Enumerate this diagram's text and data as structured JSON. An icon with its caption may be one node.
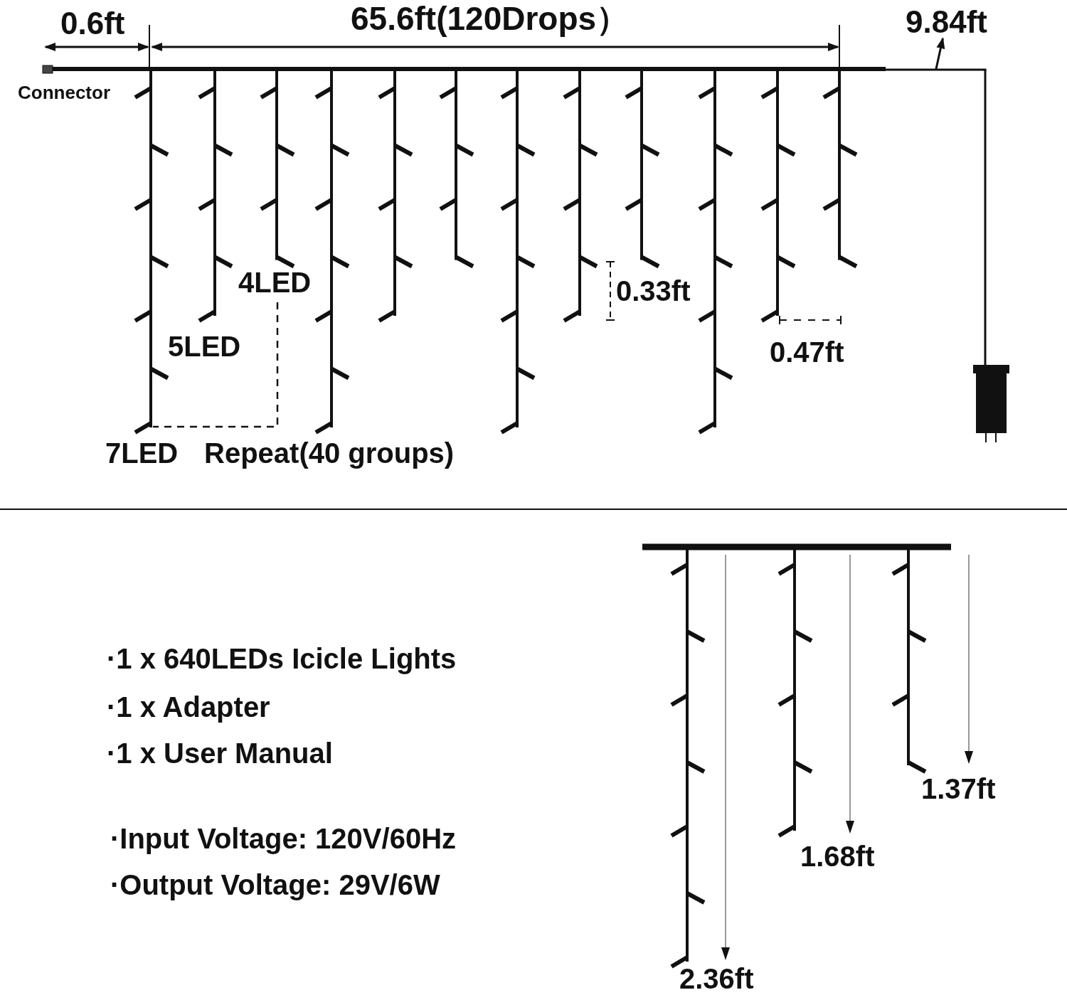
{
  "diagram": {
    "nodes": [
      {
        "text": [
          "9.84ft"
        ]
      },
      {
        "text": [],
        "shape": "cable"
      }
    ],
    "edges": [
      {
        "from": 1,
        "to": 0,
        "arrow": "to"
      }
    ],
    "labels": [
      "0.6ft",
      "65.6ft(120Drops）",
      "Connector",
      "4LED",
      "5LED",
      "0.33ft",
      "0.47ft",
      "7LED",
      "Repeat(40 groups)",
      "·1 x 640LEDs Icicle Lights",
      "·1 x Adapter",
      "·1 x User Manual",
      "·Input Voltage: 120V/60Hz",
      "·Output Voltage: 29V/6W",
      "1.37ft",
      "1.68ft",
      "2.36ft"
    ]
  }
}
